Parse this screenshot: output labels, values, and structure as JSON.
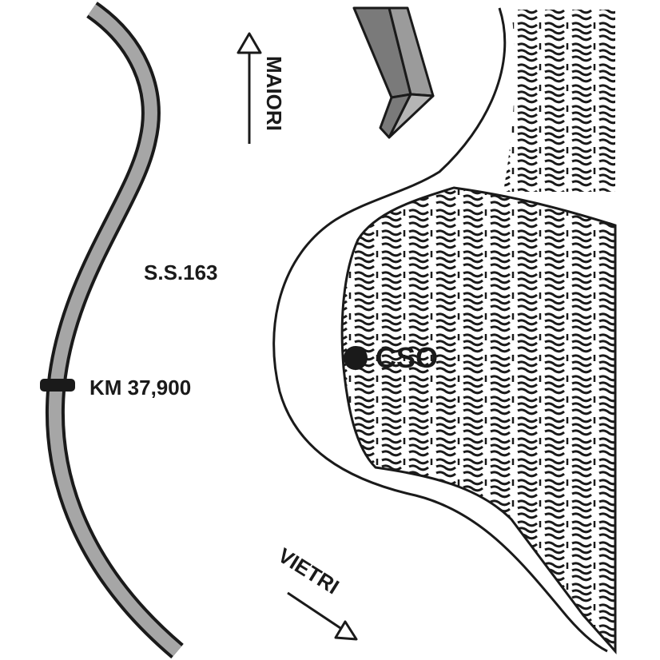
{
  "map": {
    "road_label": "S.S.163",
    "km_marker_label": "KM 37,900",
    "site_label": "CSO",
    "direction_north": "MAIORI",
    "direction_south": "VIETRI"
  },
  "colors": {
    "road_fill": "#a6a6a6",
    "outline": "#1a1a1a",
    "background": "#ffffff",
    "wall_dark": "#7a7a7a",
    "wall_mid": "#9b9b9b",
    "wall_light": "#b5b5b5"
  },
  "icons": [
    "arrow-up-icon",
    "arrow-down-right-icon",
    "site-dot-icon",
    "km-marker-icon",
    "vegetation-pattern"
  ]
}
